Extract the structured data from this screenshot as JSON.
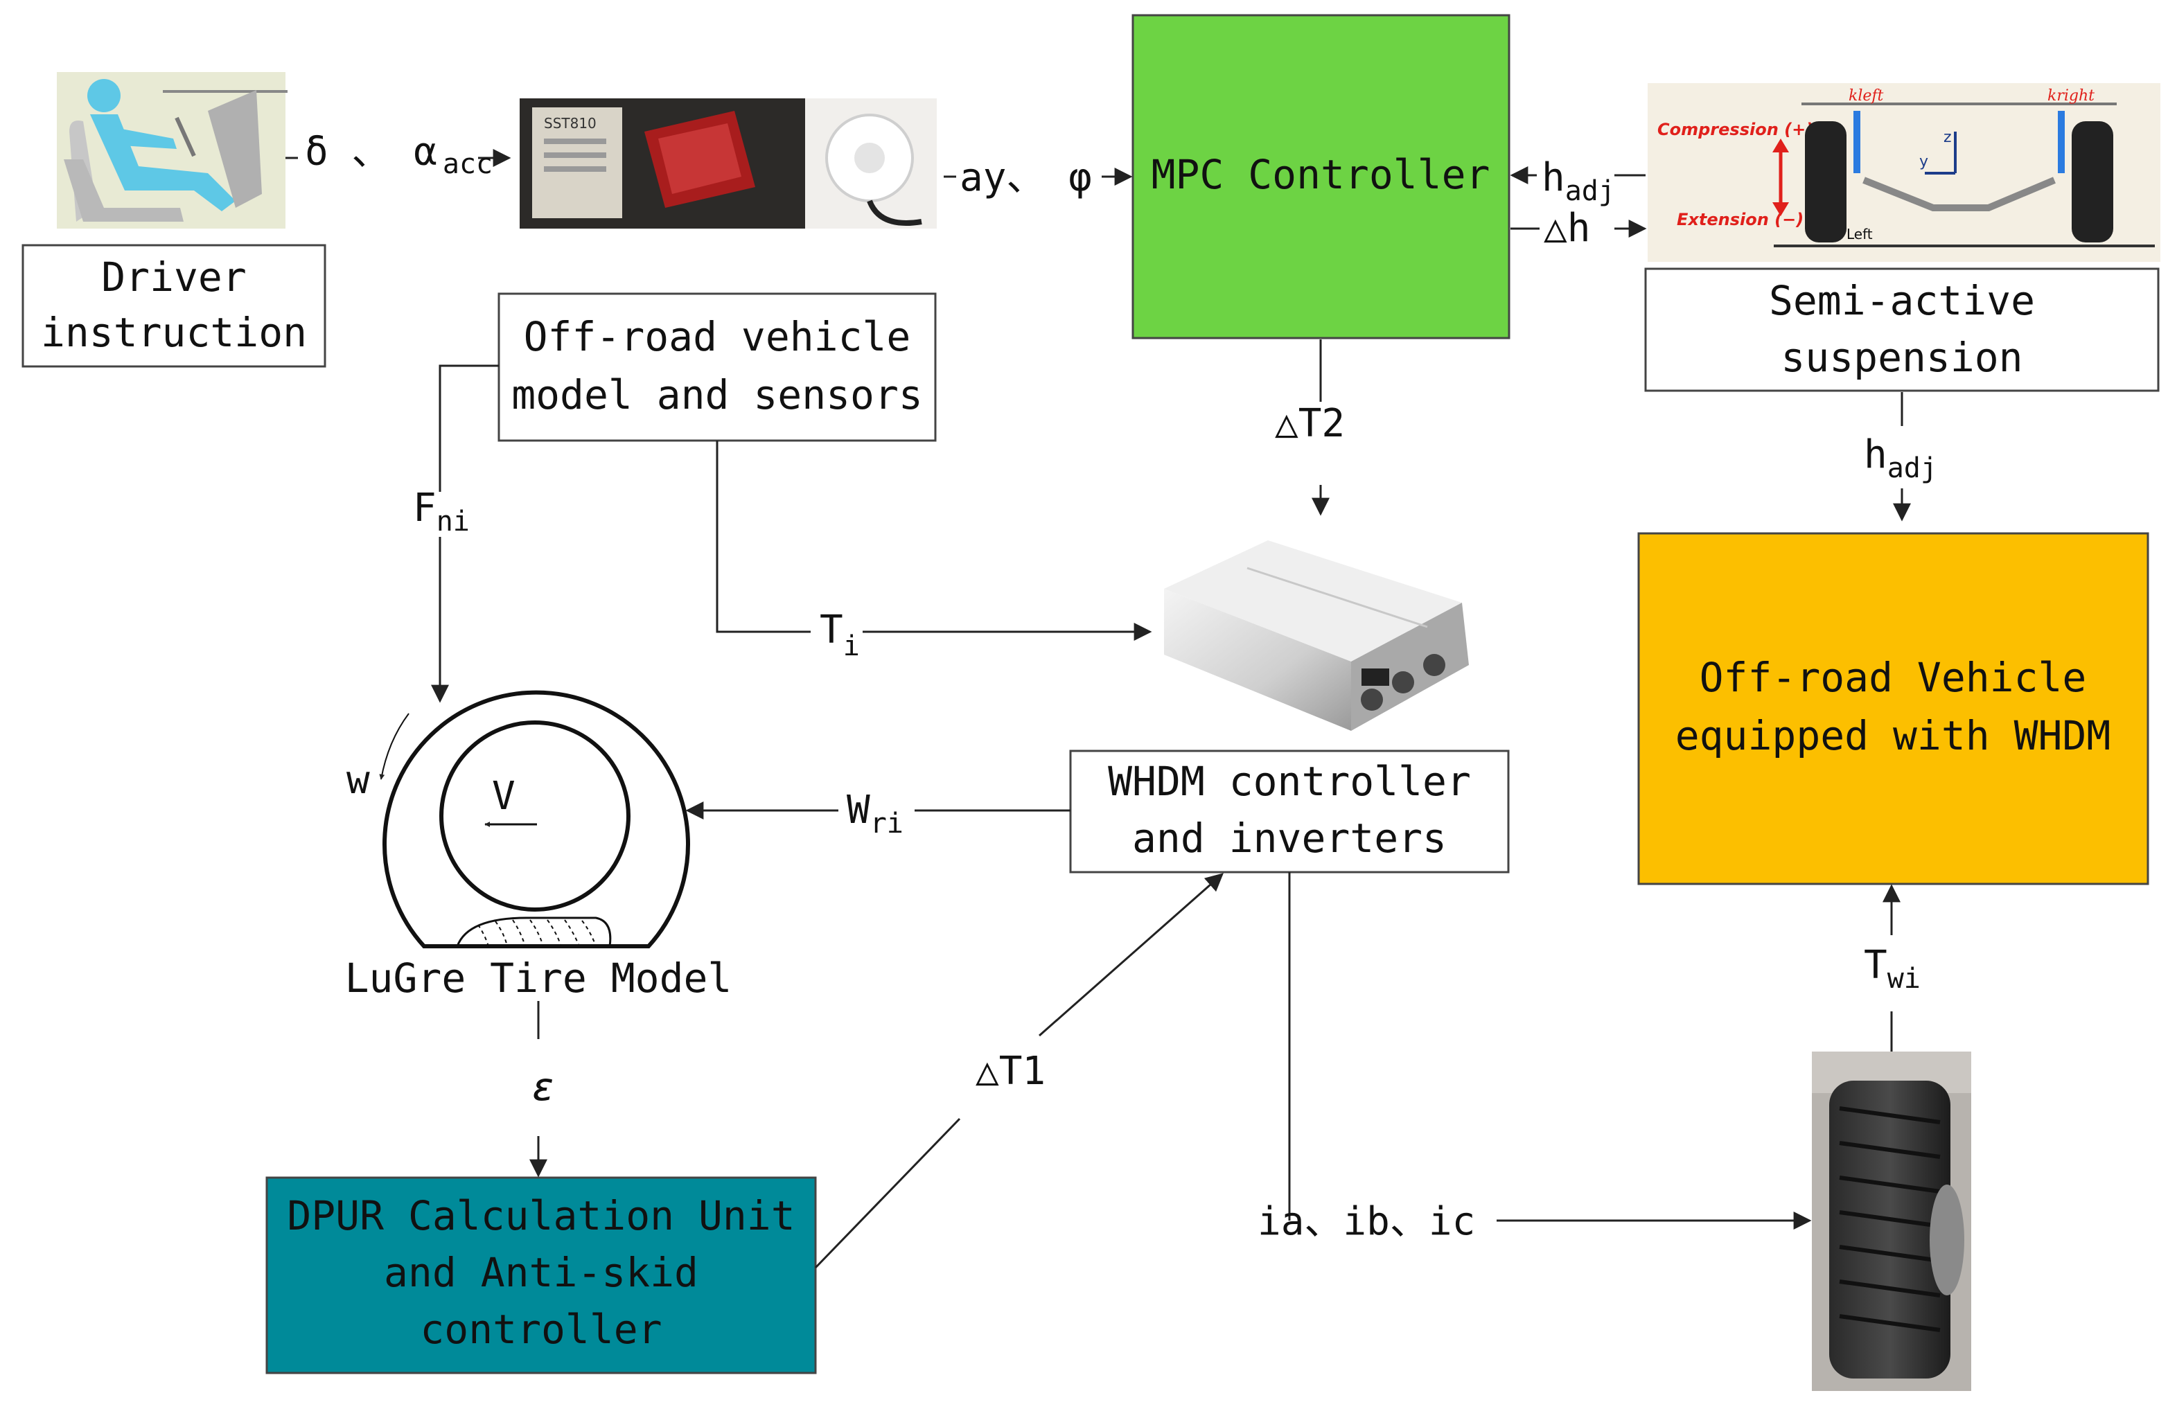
{
  "boxes": {
    "driver": {
      "lines": [
        "Driver",
        "instruction"
      ]
    },
    "offroad_model": {
      "lines": [
        "Off-road vehicle",
        "model and sensors"
      ]
    },
    "mpc": {
      "label": "MPC Controller",
      "color": "#6dd344"
    },
    "semi_active": {
      "lines": [
        "Semi-active",
        "suspension"
      ]
    },
    "offroad_vehicle": {
      "lines": [
        "Off-road Vehicle",
        "equipped with WHDM"
      ],
      "color": "#fcbf00"
    },
    "whdm_controller": {
      "lines": [
        "WHDM controller",
        "and inverters"
      ]
    },
    "dpur": {
      "lines": [
        "DPUR Calculation Unit",
        "and Anti-skid",
        "controller"
      ],
      "color": "#008a99"
    },
    "lugre": {
      "label": "LuGre Tire Model"
    }
  },
  "edges": {
    "delta_alpha": {
      "main": "δ 、 α",
      "sub": "acc"
    },
    "ay_phi": {
      "label": "ay、 φ"
    },
    "h_adj_in": {
      "main": "h",
      "sub": "adj"
    },
    "delta_h": {
      "label": "△h"
    },
    "delta_t2": {
      "label": "△T2"
    },
    "h_adj_down": {
      "main": "h",
      "sub": "adj"
    },
    "f_ni": {
      "main": "F",
      "sub": "ni"
    },
    "t_i": {
      "main": "T",
      "sub": "i"
    },
    "w_ri": {
      "main": "W",
      "sub": "ri"
    },
    "epsilon": {
      "label": "ε"
    },
    "delta_t1": {
      "label": "△T1"
    },
    "currents": {
      "label": "ia、ib、ic"
    },
    "t_wi": {
      "main": "T",
      "sub": "wi"
    }
  },
  "tire": {
    "omega": "w",
    "velocity": "V"
  },
  "suspension_photo": {
    "compression": "Compression (+)",
    "extension": "Extension (−)",
    "k_left": "kleft",
    "k_right": "kright",
    "z_axis": "z",
    "y_axis": "y",
    "left": "Left"
  },
  "sensor_photo": {
    "device_text": "SST810"
  },
  "colors": {
    "mpc": "#6dd344",
    "vehicle": "#fcbf00",
    "dpur": "#008a99",
    "line": "#222222"
  },
  "icons": [
    "driver-figure-icon",
    "sensor-photo",
    "suspension-diagram",
    "inverter-photo",
    "tire-photo"
  ]
}
